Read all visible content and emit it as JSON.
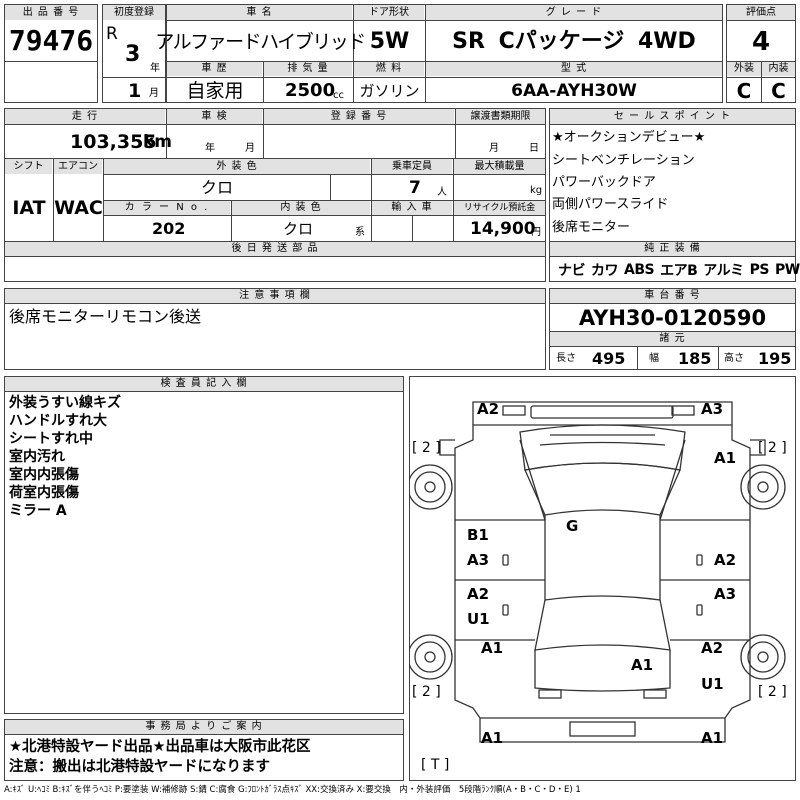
{
  "header": {
    "lot_label": "出 品 番 号",
    "lot_number": "79476",
    "first_reg_label": "初度登録",
    "era": "R",
    "reg_year": "3",
    "year_unit": "年",
    "reg_month": "1",
    "month_unit": "月",
    "car_name_label": "車 名",
    "car_name": "アルファードハイブリッド",
    "door_label": "ドア形状",
    "door": "5W",
    "grade_label": "グ レ ー ド",
    "grade": "SR Cパッケージ 4WD",
    "score_label": "評価点",
    "score": "4",
    "history_label": "車 歴",
    "history": "自家用",
    "displacement_label": "排 気 量",
    "displacement": "2500",
    "displacement_unit": "cc",
    "fuel_label": "燃 料",
    "fuel": "ガソリン",
    "model_label": "型 式",
    "model": "6AA-AYH30W",
    "exterior_label": "外装",
    "exterior_grade": "C",
    "interior_label": "内装",
    "interior_grade": "C"
  },
  "row2": {
    "mileage_label": "走 行",
    "mileage": "103,355",
    "mileage_unit": "km",
    "inspection_label": "車 検",
    "insp_year_unit": "年",
    "insp_month_unit": "月",
    "plate_label": "登 録 番 号",
    "transfer_label": "譲渡書類期限",
    "transfer_month_unit": "月",
    "transfer_day_unit": "日",
    "shift_label": "シフト",
    "shift": "IAT",
    "aircon_label": "エアコン",
    "aircon": "WAC",
    "color_label": "外 装 色",
    "color": "クロ",
    "capacity_label": "乗車定員",
    "capacity": "7",
    "capacity_unit": "人",
    "max_load_label": "最大積載量",
    "max_load_unit": "kg",
    "color_no_label": "カ ラ ー N o .",
    "color_no": "202",
    "int_color_label": "内 装 色",
    "int_color": "クロ",
    "int_color_unit": "系",
    "import_label": "輸 入 車",
    "recycle_label": "リサイクル預託金",
    "recycle": "14,900",
    "recycle_unit": "円",
    "later_parts_label": "後 日 発 送 部 品"
  },
  "sales_points": {
    "label": "セ ー ル ス ポ イ ン ト",
    "items": [
      "★オークションデビュー★",
      "シートベンチレーション",
      "パワーバックドア",
      "両側パワースライド",
      "後席モニター"
    ]
  },
  "equipment": {
    "label": "純 正 装 備",
    "items": [
      "ナビ",
      "カワ",
      "ABS",
      "エアB",
      "アルミ",
      "PS",
      "PW"
    ]
  },
  "notes": {
    "label": "注 意 事 項 欄",
    "text": "後席モニターリモコン後送"
  },
  "chassis": {
    "label": "車 台 番 号",
    "number": "AYH30-0120590",
    "dims_label": "諸 元",
    "length_label": "長さ",
    "length": "495",
    "width_label": "幅",
    "width": "185",
    "height_label": "高さ",
    "height": "195"
  },
  "inspector": {
    "label": "検 査 員 記 入 欄",
    "lines": [
      "外装うすい線キズ",
      "ハンドルすれ大",
      "シートすれ中",
      "室内汚れ",
      "室内内張傷",
      "荷室内張傷",
      "ミラー A"
    ]
  },
  "office": {
    "label": "事 務 局 よ り ご 案 内",
    "lines": [
      "★北港特設ヤード出品★出品車は大阪市此花区",
      "注意：搬出は北港特設ヤードになります"
    ]
  },
  "diagram": {
    "marks": [
      "A2",
      "A3",
      "A1",
      "B1",
      "A3",
      "G",
      "A2",
      "A2",
      "A3",
      "U1",
      "A1",
      "A1",
      "A2",
      "U1",
      "A1",
      "A1"
    ],
    "brackets": [
      "[ 2 ]",
      "[ 2 ]",
      "[ 2 ]",
      "[ 2 ]",
      "[ T ]"
    ]
  },
  "legend": "A:ｷｽﾞ U:ﾍｺﾐ B:ｷｽﾞを伴うﾍｺﾐ P:要塗装 W:補修跡 S:錆 C:腐食 G:ﾌﾛﾝﾄｶﾞﾗｽ点ｷｽﾞ XX:交換済み X:要交換　内・外装評価　5段階ﾗﾝｸ順(A・B・C・D・E) 1"
}
